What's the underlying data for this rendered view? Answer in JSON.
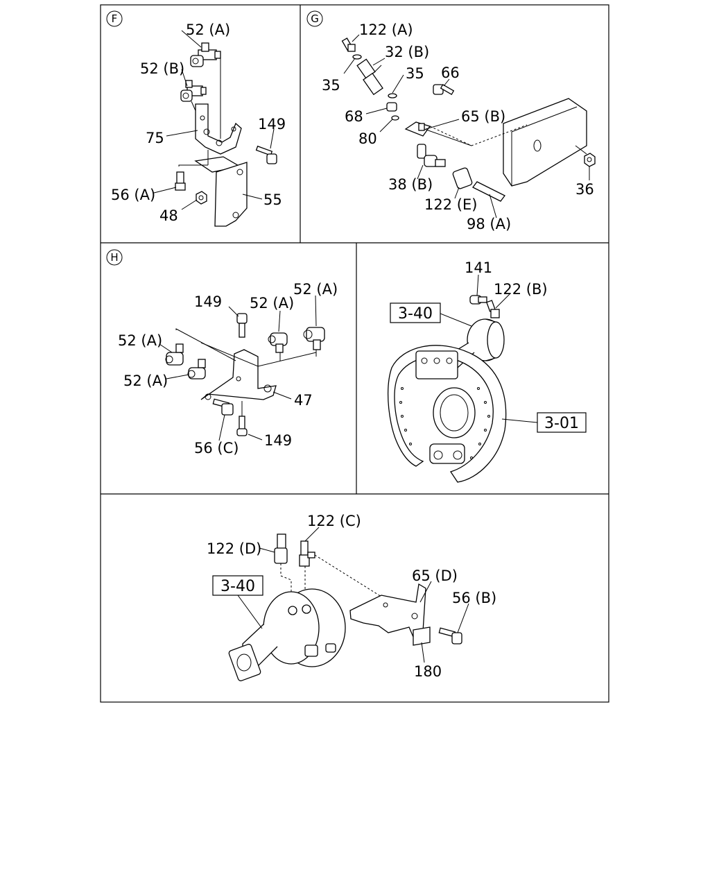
{
  "panels": {
    "F": {
      "marker": "F",
      "labels": [
        "52 (A)",
        "52 (B)",
        "75",
        "149",
        "56 (A)",
        "48",
        "55"
      ]
    },
    "G": {
      "marker": "G",
      "labels": [
        "122 (A)",
        "32 (B)",
        "35",
        "35",
        "66",
        "68",
        "80",
        "65 (B)",
        "38 (B)",
        "122 (E)",
        "98 (A)",
        "36"
      ]
    },
    "H": {
      "marker": "H",
      "labels": [
        "149",
        "52 (A)",
        "52 (A)",
        "52 (A)",
        "52 (A)",
        "47",
        "56 (C)",
        "149"
      ]
    },
    "brake": {
      "labels": [
        "141",
        "122 (B)"
      ],
      "boxes": [
        "3-40",
        "3-01"
      ]
    },
    "chamber": {
      "labels": [
        "122 (C)",
        "122 (D)",
        "65 (D)",
        "56 (B)",
        "180"
      ],
      "boxes": [
        "3-40"
      ]
    }
  }
}
